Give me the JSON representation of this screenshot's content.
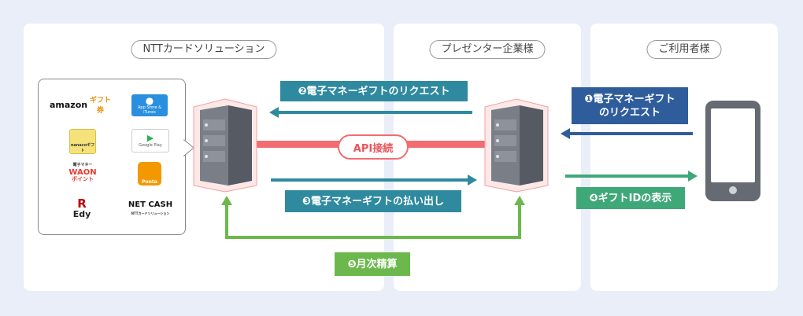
{
  "sections": {
    "ntt": "NTTカードソリューション",
    "presenter": "プレゼンター企業様",
    "user": "ご利用者様"
  },
  "logos": {
    "amazon": "amazon",
    "amazon_sub": "ギフト券",
    "appstore": "App Store & iTunes",
    "nanaco": "nanacoギフト",
    "googleplay": "Google Play",
    "waon_top": "電子マネー",
    "waon": "WAON",
    "waon_sub": "ポイント",
    "ponta": "Ponta",
    "edy": "Edy",
    "netcash": "NET CASH",
    "netcash_sub": "NTTカードソリューション"
  },
  "steps": {
    "s1_line1": "❶電子マネーギフト",
    "s1_line2": "のリクエスト",
    "s2": "❷電子マネーギフトのリクエスト",
    "s3": "❸電子マネーギフトの払い出し",
    "s4": "❹ギフトIDの表示",
    "s5": "❺月次精算"
  },
  "api": "API接続",
  "colors": {
    "navy": "#2f5d9c",
    "teal": "#2f8aa0",
    "green": "#3fa879",
    "lightgreen": "#6cb84c",
    "api": "#f26d72",
    "server": "#6b6f78"
  },
  "icons": [
    "server-icon",
    "smartphone-icon"
  ]
}
